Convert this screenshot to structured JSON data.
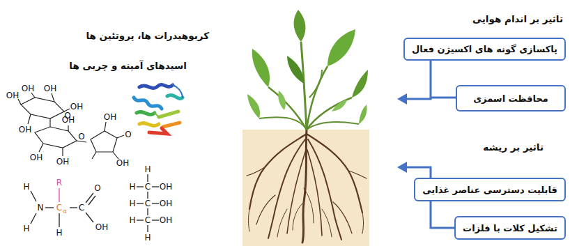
{
  "diagram": {
    "nodes": [
      {
        "text": [
          "پاکسازی گونه های اکسیژن فعال"
        ]
      },
      {
        "text": [
          "محافظت اسمزی"
        ]
      },
      {
        "text": [
          "قابلیت دسترسی عناصر غذایی"
        ]
      },
      {
        "text": [
          "تشکیل کلات با فلزات"
        ]
      }
    ],
    "labels": [
      "تاثیر بر اندام هوایی",
      "تاثیر بر ریشه",
      "کربوهیدرات ها، پروتئین ها",
      "اسیدهای آمینه و چربی ها",
      "OH",
      "OH",
      "OH",
      "OH",
      "OH",
      "OH",
      "OH",
      "OH",
      "OH",
      "OH",
      "O",
      "O",
      "O",
      "H",
      "N",
      "H",
      "R",
      "C",
      "α",
      "H",
      "C",
      "O",
      "OH",
      "H",
      "H",
      "C",
      "OH",
      "H",
      "C",
      "OH",
      "H",
      "C",
      "OH",
      "H"
    ]
  }
}
